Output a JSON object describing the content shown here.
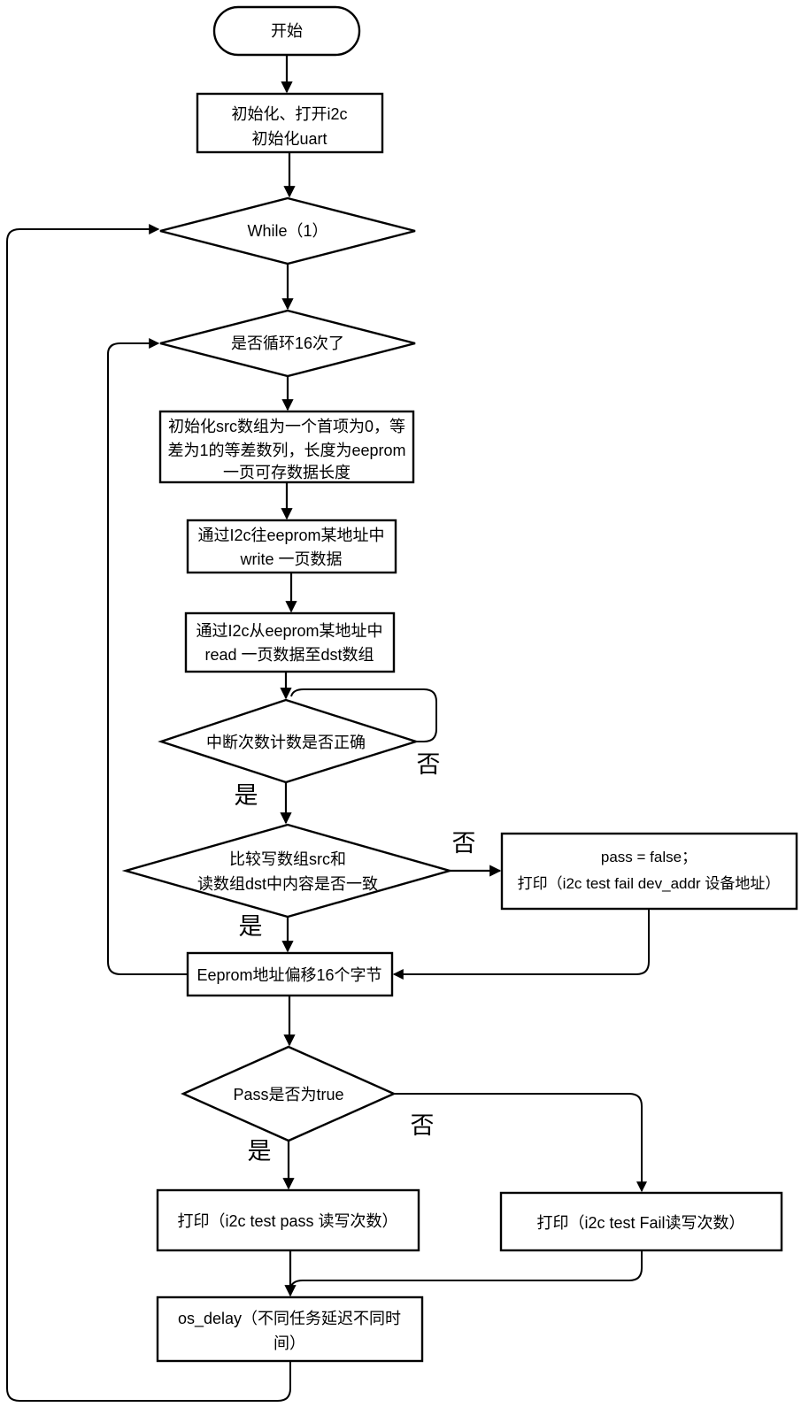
{
  "diagram": {
    "title": "i2c eeprom test flowchart",
    "colors": {
      "background": "#ffffff",
      "line": "#000000",
      "shape_fill": "#ffffff",
      "text": "#000000"
    },
    "nodes": {
      "start": {
        "type": "terminator",
        "lines": [
          "开始"
        ]
      },
      "init": {
        "type": "process",
        "lines": [
          "初始化、打开i2c",
          "初始化uart"
        ]
      },
      "while_loop": {
        "type": "decision",
        "lines": [
          "While（1）"
        ]
      },
      "loop16": {
        "type": "decision",
        "lines": [
          "是否循环16次了"
        ]
      },
      "init_src": {
        "type": "process",
        "lines": [
          "初始化src数组为一个首项为0，等",
          "差为1的等差数列，长度为eeprom",
          "一页可存数据长度"
        ]
      },
      "write_page": {
        "type": "process",
        "lines": [
          "通过I2c往eeprom某地址中",
          "write 一页数据"
        ]
      },
      "read_page": {
        "type": "process",
        "lines": [
          "通过I2c从eeprom某地址中",
          "read 一页数据至dst数组"
        ]
      },
      "interrupt_check": {
        "type": "decision",
        "lines": [
          "中断次数计数是否正确"
        ]
      },
      "compare": {
        "type": "decision",
        "lines": [
          "比较写数组src和",
          "读数组dst中内容是否一致"
        ]
      },
      "pass_false": {
        "type": "process",
        "lines": [
          "pass = false；",
          "打印（i2c test fail dev_addr 设备地址）"
        ]
      },
      "eeprom_offset": {
        "type": "process",
        "lines": [
          "Eeprom地址偏移16个字节"
        ]
      },
      "pass_check": {
        "type": "decision",
        "lines": [
          "Pass是否为true"
        ]
      },
      "print_pass": {
        "type": "process",
        "lines": [
          "打印（i2c test pass 读写次数）"
        ]
      },
      "print_fail": {
        "type": "process",
        "lines": [
          "打印（i2c test Fail读写次数）"
        ]
      },
      "os_delay": {
        "type": "process",
        "lines": [
          "os_delay（不同任务延迟不同时",
          "间）"
        ]
      }
    },
    "edge_labels": {
      "interrupt_no": "否",
      "interrupt_yes": "是",
      "compare_no": "否",
      "compare_yes": "是",
      "pass_no": "否",
      "pass_yes": "是"
    }
  }
}
